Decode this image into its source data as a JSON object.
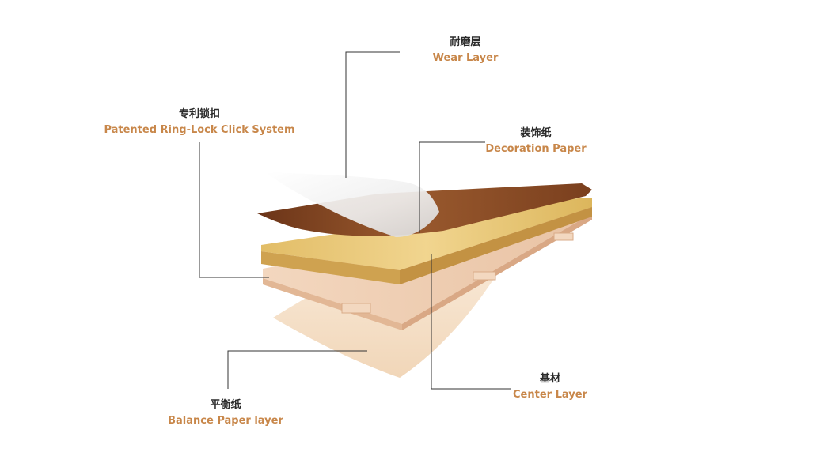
{
  "colors": {
    "label_en": "#c8874a",
    "label_cn": "#2b2b2b",
    "leader_line": "#333333",
    "wear_layer": "#f2f2f2",
    "decoration_paper": "#8a4a25",
    "click_board_top": "#e7c67a",
    "center_layer": "#f0cfb3",
    "balance_paper": "#f6e3cc"
  },
  "layers": [
    {
      "id": "wear",
      "cn": "耐磨层",
      "en": "Wear Layer"
    },
    {
      "id": "lock",
      "cn": "专利锁扣",
      "en": "Patented Ring-Lock Click System"
    },
    {
      "id": "decoration",
      "cn": "装饰纸",
      "en": "Decoration Paper"
    },
    {
      "id": "center",
      "cn": "基材",
      "en": "Center Layer"
    },
    {
      "id": "balance",
      "cn": "平衡纸",
      "en": "Balance Paper layer"
    }
  ]
}
